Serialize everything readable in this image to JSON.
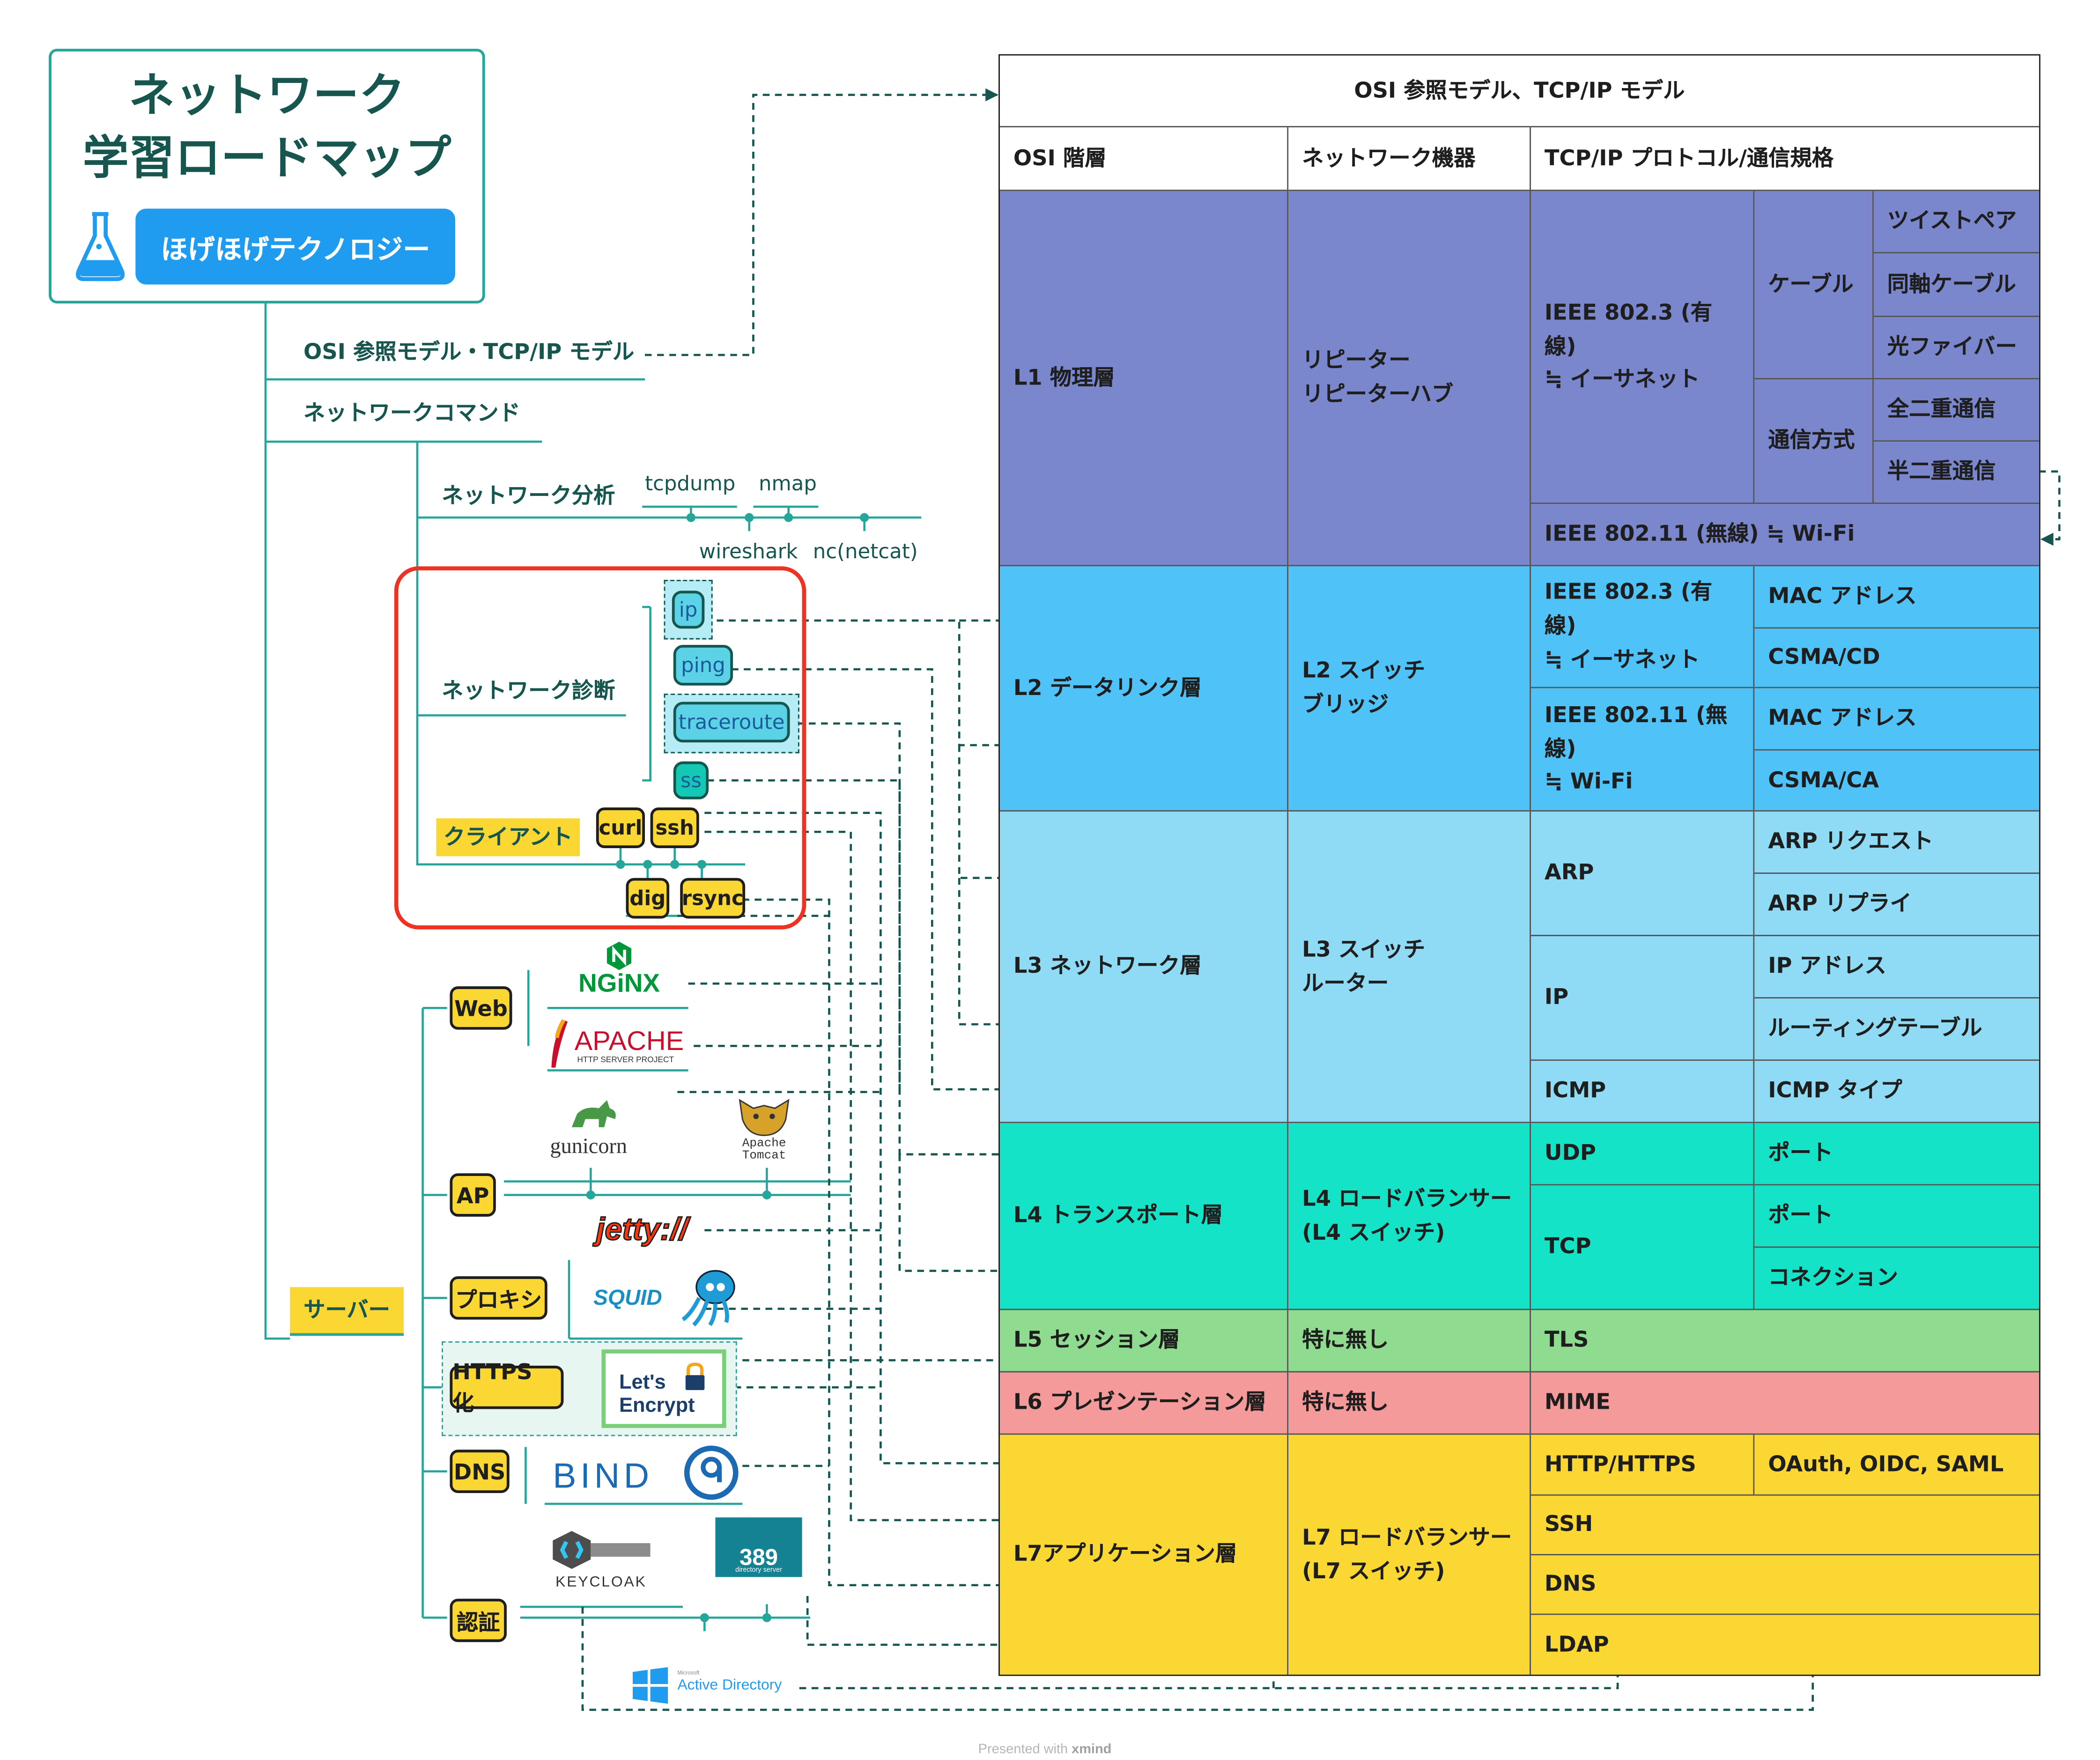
{
  "title": {
    "line1": "ネットワーク",
    "line2": "学習ロードマップ",
    "badge": "ほげほげテクノロジー"
  },
  "branches": {
    "osi": "OSI 参照モデル・TCP/IP モデル",
    "commands": "ネットワークコマンド",
    "analysis": "ネットワーク分析",
    "diagnosis": "ネットワーク診断",
    "client": "クライアント",
    "server": "サーバー"
  },
  "analysis_tools": [
    "tcpdump",
    "nmap",
    "wireshark",
    "nc(netcat)"
  ],
  "diagnosis_tools": [
    "ip",
    "ping",
    "traceroute",
    "ss"
  ],
  "client_tools": [
    "curl",
    "ssh",
    "dig",
    "rsync"
  ],
  "server_categories": {
    "web": "Web",
    "ap": "AP",
    "proxy": "プロキシ",
    "https": "HTTPS 化",
    "dns": "DNS",
    "auth": "認証"
  },
  "logos": {
    "nginx": "NGiNX",
    "apache": "APACHE",
    "apache_sub": "HTTP SERVER PROJECT",
    "gunicorn": "gunicorn",
    "tomcat": "Apache\nTomcat",
    "jetty": "jetty://",
    "squid": "SQUID",
    "letsencrypt": "Let's\nEncrypt",
    "bind": "BIND",
    "keycloak": "KEYCLOAK",
    "ds389": "389",
    "ds389_sub": "directory server",
    "active_directory": "Active Directory",
    "active_directory_sup": "Microsoft"
  },
  "table": {
    "title": "OSI 参照モデル、TCP/IP モデル",
    "headers": [
      "OSI 階層",
      "ネットワーク機器",
      "TCP/IP プロトコル/通信規格"
    ],
    "layers": {
      "l1": "L1 物理層",
      "l2": "L2 データリンク層",
      "l3": "L3 ネットワーク層",
      "l4": "L4 トランスポート層",
      "l5": "L5 セッション層",
      "l6": "L6 プレゼンテーション層",
      "l7": "L7アプリケーション層"
    },
    "devices": {
      "l1": "リピーター\nリピーターハブ",
      "l2": "L2 スイッチ\nブリッジ",
      "l3": "L3 スイッチ\nルーター",
      "l4": "L4 ロードバランサー\n(L4 スイッチ)",
      "l5": "特に無し",
      "l6": "特に無し",
      "l7": "L7 ロードバランサー\n(L7 スイッチ)"
    },
    "protocols": {
      "l1_wired": "IEEE 802.3 (有線)\n≒ イーサネット",
      "l1_cable": "ケーブル",
      "l1_cable_items": [
        "ツイストペア",
        "同軸ケーブル",
        "光ファイバー"
      ],
      "l1_mode": "通信方式",
      "l1_mode_items": [
        "全二重通信",
        "半二重通信"
      ],
      "l1_wifi": "IEEE 802.11 (無線) ≒ Wi-Fi",
      "l2_wired": "IEEE 802.3 (有線)\n≒ イーサネット",
      "l2_wired_items": [
        "MAC アドレス",
        "CSMA/CD"
      ],
      "l2_wifi": "IEEE 802.11 (無線)\n≒ Wi-Fi",
      "l2_wifi_items": [
        "MAC アドレス",
        "CSMA/CA"
      ],
      "arp": "ARP",
      "arp_items": [
        "ARP リクエスト",
        "ARP リプライ"
      ],
      "ip": "IP",
      "ip_items": [
        "IP アドレス",
        "ルーティングテーブル"
      ],
      "icmp": "ICMP",
      "icmp_item": "ICMP タイプ",
      "udp": "UDP",
      "udp_item": "ポート",
      "tcp": "TCP",
      "tcp_items": [
        "ポート",
        "コネクション"
      ],
      "tls": "TLS",
      "mime": "MIME",
      "http": "HTTP/HTTPS",
      "http_item": "OAuth, OIDC, SAML",
      "ssh": "SSH",
      "dns": "DNS",
      "ldap": "LDAP"
    }
  },
  "footer": {
    "presented": "Presented with",
    "brand": "xmind"
  },
  "colors": {
    "teal": "#17564f",
    "line": "#26a69a",
    "l1": "#7b87cc",
    "l2": "#4fc3f7",
    "l3": "#8fdbf5",
    "l4": "#14e3c7",
    "l5": "#8fdb8f",
    "l6": "#f59a9a",
    "l7": "#fbd734",
    "badge": "#1f9bf0",
    "highlight": "#ee3322"
  }
}
